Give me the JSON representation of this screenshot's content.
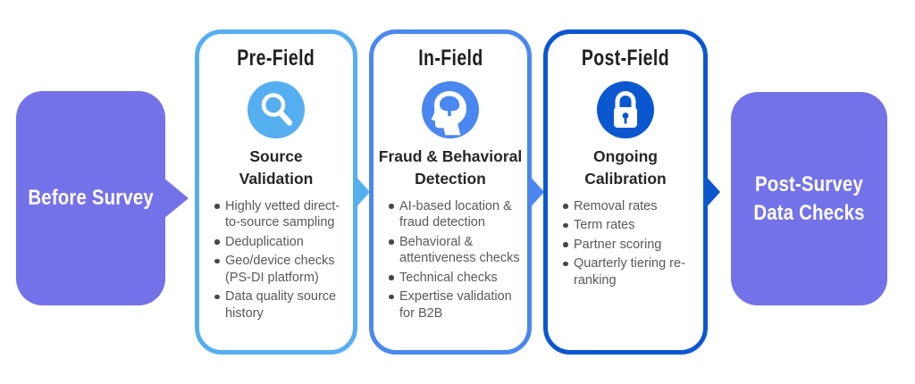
{
  "diagram": {
    "start_box": {
      "label": "Before Survey"
    },
    "end_box": {
      "label": "Post-Survey Data Checks"
    },
    "stages": [
      {
        "title": "Pre-Field",
        "icon": "magnifier-icon",
        "heading": "Source Validation",
        "accent_color": "#55AEF0",
        "bullets": [
          "Highly vetted direct-to-source sampling",
          "Deduplication",
          "Geo/device checks (PS-DI platform)",
          "Data quality source history"
        ]
      },
      {
        "title": "In-Field",
        "icon": "head-detection-icon",
        "heading": "Fraud & Behavioral Detection",
        "accent_color": "#4A87F0",
        "bullets": [
          "AI-based location & fraud detection",
          "Behavioral & attentiveness checks",
          "Technical checks",
          "Expertise validation for B2B"
        ]
      },
      {
        "title": "Post-Field",
        "icon": "padlock-icon",
        "heading": "Ongoing Calibration",
        "accent_color": "#0B57D0",
        "bullets": [
          "Removal rates",
          "Term rates",
          "Partner scoring",
          "Quarterly tiering re-ranking"
        ]
      }
    ],
    "colors": {
      "endpoint_purple": "#7472E8",
      "pre_field_blue": "#55AEF0",
      "in_field_blue": "#4A87F0",
      "post_field_blue": "#0B57D0",
      "card_background": "#FFFFFF",
      "title_text": "#1F1F1F",
      "bullet_text": "#595959"
    }
  }
}
